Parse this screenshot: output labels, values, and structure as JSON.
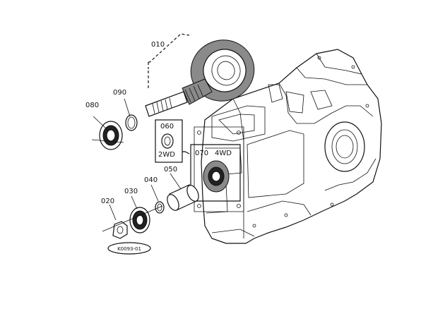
{
  "diagram": {
    "labels": {
      "p010": "010",
      "p090": "090",
      "p080": "080",
      "p060": "060",
      "p060_variant": "2WD",
      "p070": "070",
      "p070_variant": "4WD",
      "p050": "050",
      "p040": "040",
      "p030": "030",
      "p020": "020"
    },
    "figure_id": "K0093-01"
  }
}
